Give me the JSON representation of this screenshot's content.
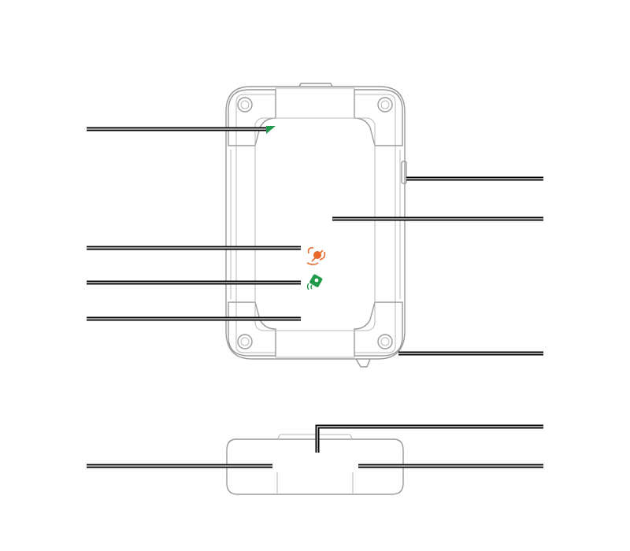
{
  "diagram": {
    "type": "device-outline-callouts",
    "views": [
      "front-view",
      "bottom-view"
    ],
    "colors": {
      "outline": "#9a9a9a",
      "leader": "#000000",
      "indicator_green": "#1e9a4a",
      "icon_orange": "#e8692b",
      "icon_green": "#1e9a4a"
    },
    "icons": {
      "status_indicator": "green-triangle-indicator-icon",
      "orange_symbol": "orange-satellite-pin-icon",
      "green_symbol": "green-vibration-phone-icon"
    },
    "callouts": [
      {
        "id": "status-light",
        "label": ""
      },
      {
        "id": "side-button",
        "label": ""
      },
      {
        "id": "screen-area",
        "label": ""
      },
      {
        "id": "orange-symbol",
        "label": ""
      },
      {
        "id": "green-symbol",
        "label": ""
      },
      {
        "id": "lower-area",
        "label": ""
      },
      {
        "id": "corner-latch",
        "label": ""
      },
      {
        "id": "bottom-port",
        "label": ""
      },
      {
        "id": "bottom-left",
        "label": ""
      },
      {
        "id": "bottom-right",
        "label": ""
      }
    ]
  }
}
